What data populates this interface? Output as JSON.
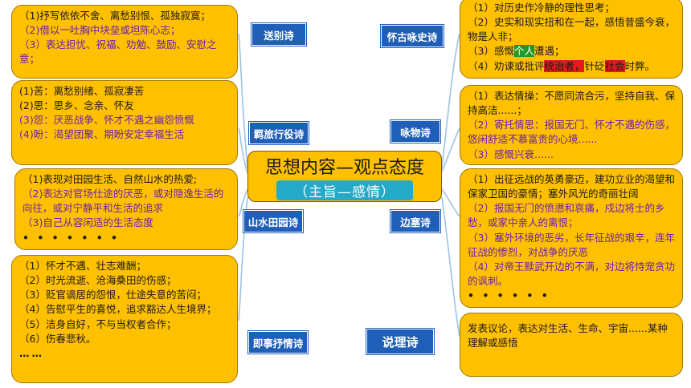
{
  "center": {
    "title": "思想内容—观点态度",
    "subtitle": "（主旨—感情）"
  },
  "categories": {
    "farewell": {
      "label": "送别诗",
      "lines": [
        "（1)抒写依依不舍、离愁别恨、孤独寂寞；",
        "（2)借以一吐胸中块垒或坦陈心志；",
        "（3）表达担忧、祝福、劝勉、鼓励、安慰之意；"
      ]
    },
    "travel": {
      "label": "羁旅行役诗",
      "lines": [
        "(1)苦：离愁别绪、孤寂凄苦",
        "(2)思：思乡、念亲、怀友",
        "(3)怨：厌恶战争、怀才不遇之幽怨愤慨",
        "(4)盼：渴望团聚、期盼安定幸福生活"
      ]
    },
    "pastoral": {
      "label": "山水田园诗",
      "lines": [
        "（1)表现对田园生活、自然山水的热爱;",
        "（2)表达对官场仕途的厌恶，或对隐逸生活的向往，或对宁静平和生活的追求",
        "（3)自己从容闲适的生活态度"
      ],
      "dots": "• • • • • • •"
    },
    "lyric": {
      "label": "即事抒情诗",
      "lines": [
        "（1）怀才不遇、壮志难酬；",
        "（2）时光流逝、沧海桑田的伤感；",
        "（3）贬官谪居的怨恨，仕途失意的苦闷；",
        "（4）告慰平生的喜悦，追求豁达人生境界；",
        "（5）洁身自好，不与当权者合作；",
        "（6）伤春悲秋。"
      ],
      "dots": "……"
    },
    "history": {
      "label": "怀古咏史诗",
      "line1": "（1）对历史作冷静的理性思考；",
      "line2": "（2）史实和现实扭和在一起，感悟昔盛今衰，物是人非；",
      "line3_pre": "（3）感慨",
      "line3_hl": "个人",
      "line3_post": "遭遇；",
      "line4_pre": "（4）劝谏或批评",
      "line4_hl1": "统治者，",
      "line4_mid": "针砭",
      "line4_hl2": "社会",
      "line4_post": "时弊。"
    },
    "object": {
      "label": "咏物诗",
      "lines": [
        "（1）表达情操：不愿同流合污，坚持自我、保持高洁......；",
        "（2）寄托情思：报国无门、怀才不遇的伤感，悠闲舒适不慕富贵的心境......",
        "（3）感慨兴衰......"
      ],
      "dots": "• • • • • •"
    },
    "frontier": {
      "label": "边塞诗",
      "lines": [
        "（1）出征远战的英勇豪迈，建功立业的渴望和保家卫国的豪情；塞外风光的奇丽壮阔",
        "（2）报国无门的愤懑和哀痛，戍边将士的乡愁，或家中亲人的离恨；",
        "（3）塞外环境的恶劣，长年征战的艰辛，连年征战的惨烈，对战争的厌恶",
        "（4）对帝王黩武开边的不满，对边将恃宠贪功的讽刺。"
      ],
      "dots": "• • • • • •"
    },
    "reason": {
      "label": "说理诗",
      "lines": [
        "发表议论，表达对生活、生命、宇宙......某种理解或感悟"
      ]
    }
  },
  "colors": {
    "box_fill": "#ffc000",
    "label_fill": "#1f5fb8",
    "subtitle_fill": "#25a9c9",
    "purple_text": "#6b1fb1",
    "highlight_green": "#1f9a2a",
    "highlight_red": "#e31b1b"
  }
}
